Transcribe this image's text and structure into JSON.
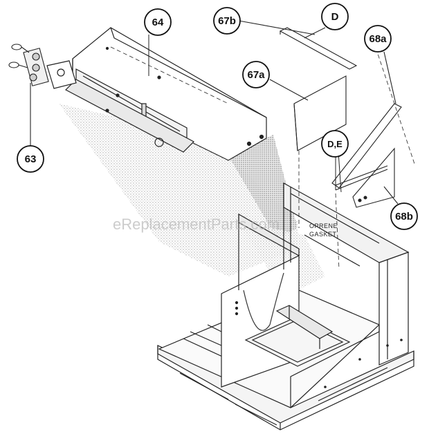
{
  "callouts": {
    "c64": "64",
    "c67b": "67b",
    "cD": "D",
    "c68a": "68a",
    "c67a": "67a",
    "cDE": "D,E",
    "c63": "63",
    "c68b": "68b"
  },
  "gasket_label_1": "OPRENE",
  "gasket_label_2": "GASKET",
  "watermark": "eReplacementParts.com"
}
